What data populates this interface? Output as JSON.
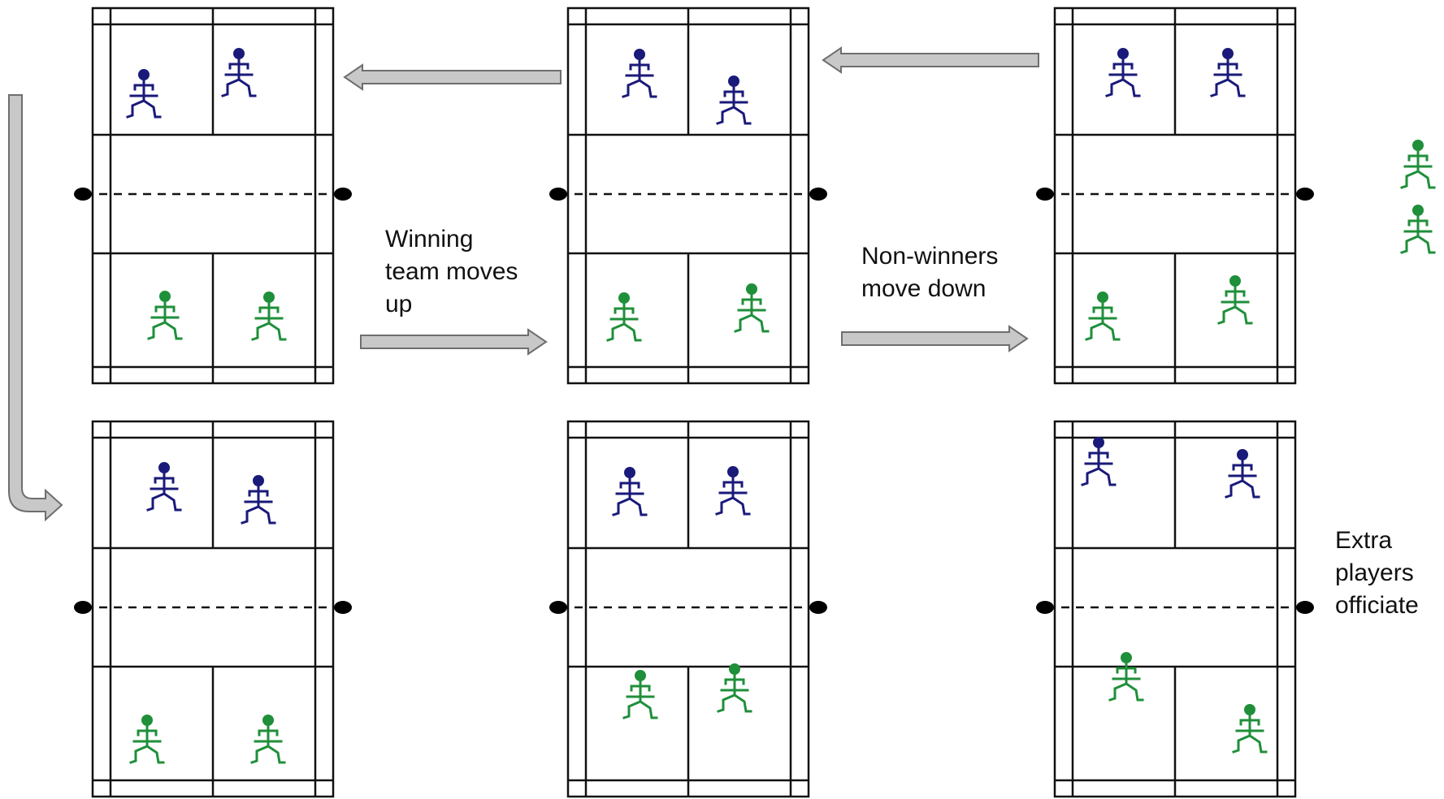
{
  "colors": {
    "court_line": "#111111",
    "net_post": "#000000",
    "arrow_fill": "#c8c8c8",
    "arrow_stroke": "#6e6e6e",
    "team_blue": "#1a1a7a",
    "team_green": "#1f8f3a"
  },
  "labels": {
    "winning_team": "Winning\nteam moves\nup",
    "non_winners": "Non-winners\nmove down",
    "extra_players": "Extra\nplayers\nofficiate"
  },
  "courts": [
    {
      "id": "court-1",
      "row": "top",
      "column": "left",
      "top_team": "blue",
      "bottom_team": "green"
    },
    {
      "id": "court-2",
      "row": "top",
      "column": "middle",
      "top_team": "blue",
      "bottom_team": "green"
    },
    {
      "id": "court-3",
      "row": "top",
      "column": "right",
      "top_team": "blue",
      "bottom_team": "green"
    },
    {
      "id": "court-4",
      "row": "bottom",
      "column": "left",
      "top_team": "blue",
      "bottom_team": "green"
    },
    {
      "id": "court-5",
      "row": "bottom",
      "column": "middle",
      "top_team": "blue",
      "bottom_team": "green"
    },
    {
      "id": "court-6",
      "row": "bottom",
      "column": "right",
      "top_team": "blue",
      "bottom_team": "green"
    }
  ],
  "extra_players": {
    "count": 2,
    "team": "green"
  },
  "arrows": [
    {
      "name": "arrow-middle-to-left-court",
      "direction": "left"
    },
    {
      "name": "arrow-right-to-middle-court",
      "direction": "left"
    },
    {
      "name": "arrow-winning-team-up",
      "direction": "right"
    },
    {
      "name": "arrow-non-winners-down",
      "direction": "right"
    },
    {
      "name": "arrow-wrap-to-bottom-court",
      "direction": "down-then-right"
    }
  ]
}
